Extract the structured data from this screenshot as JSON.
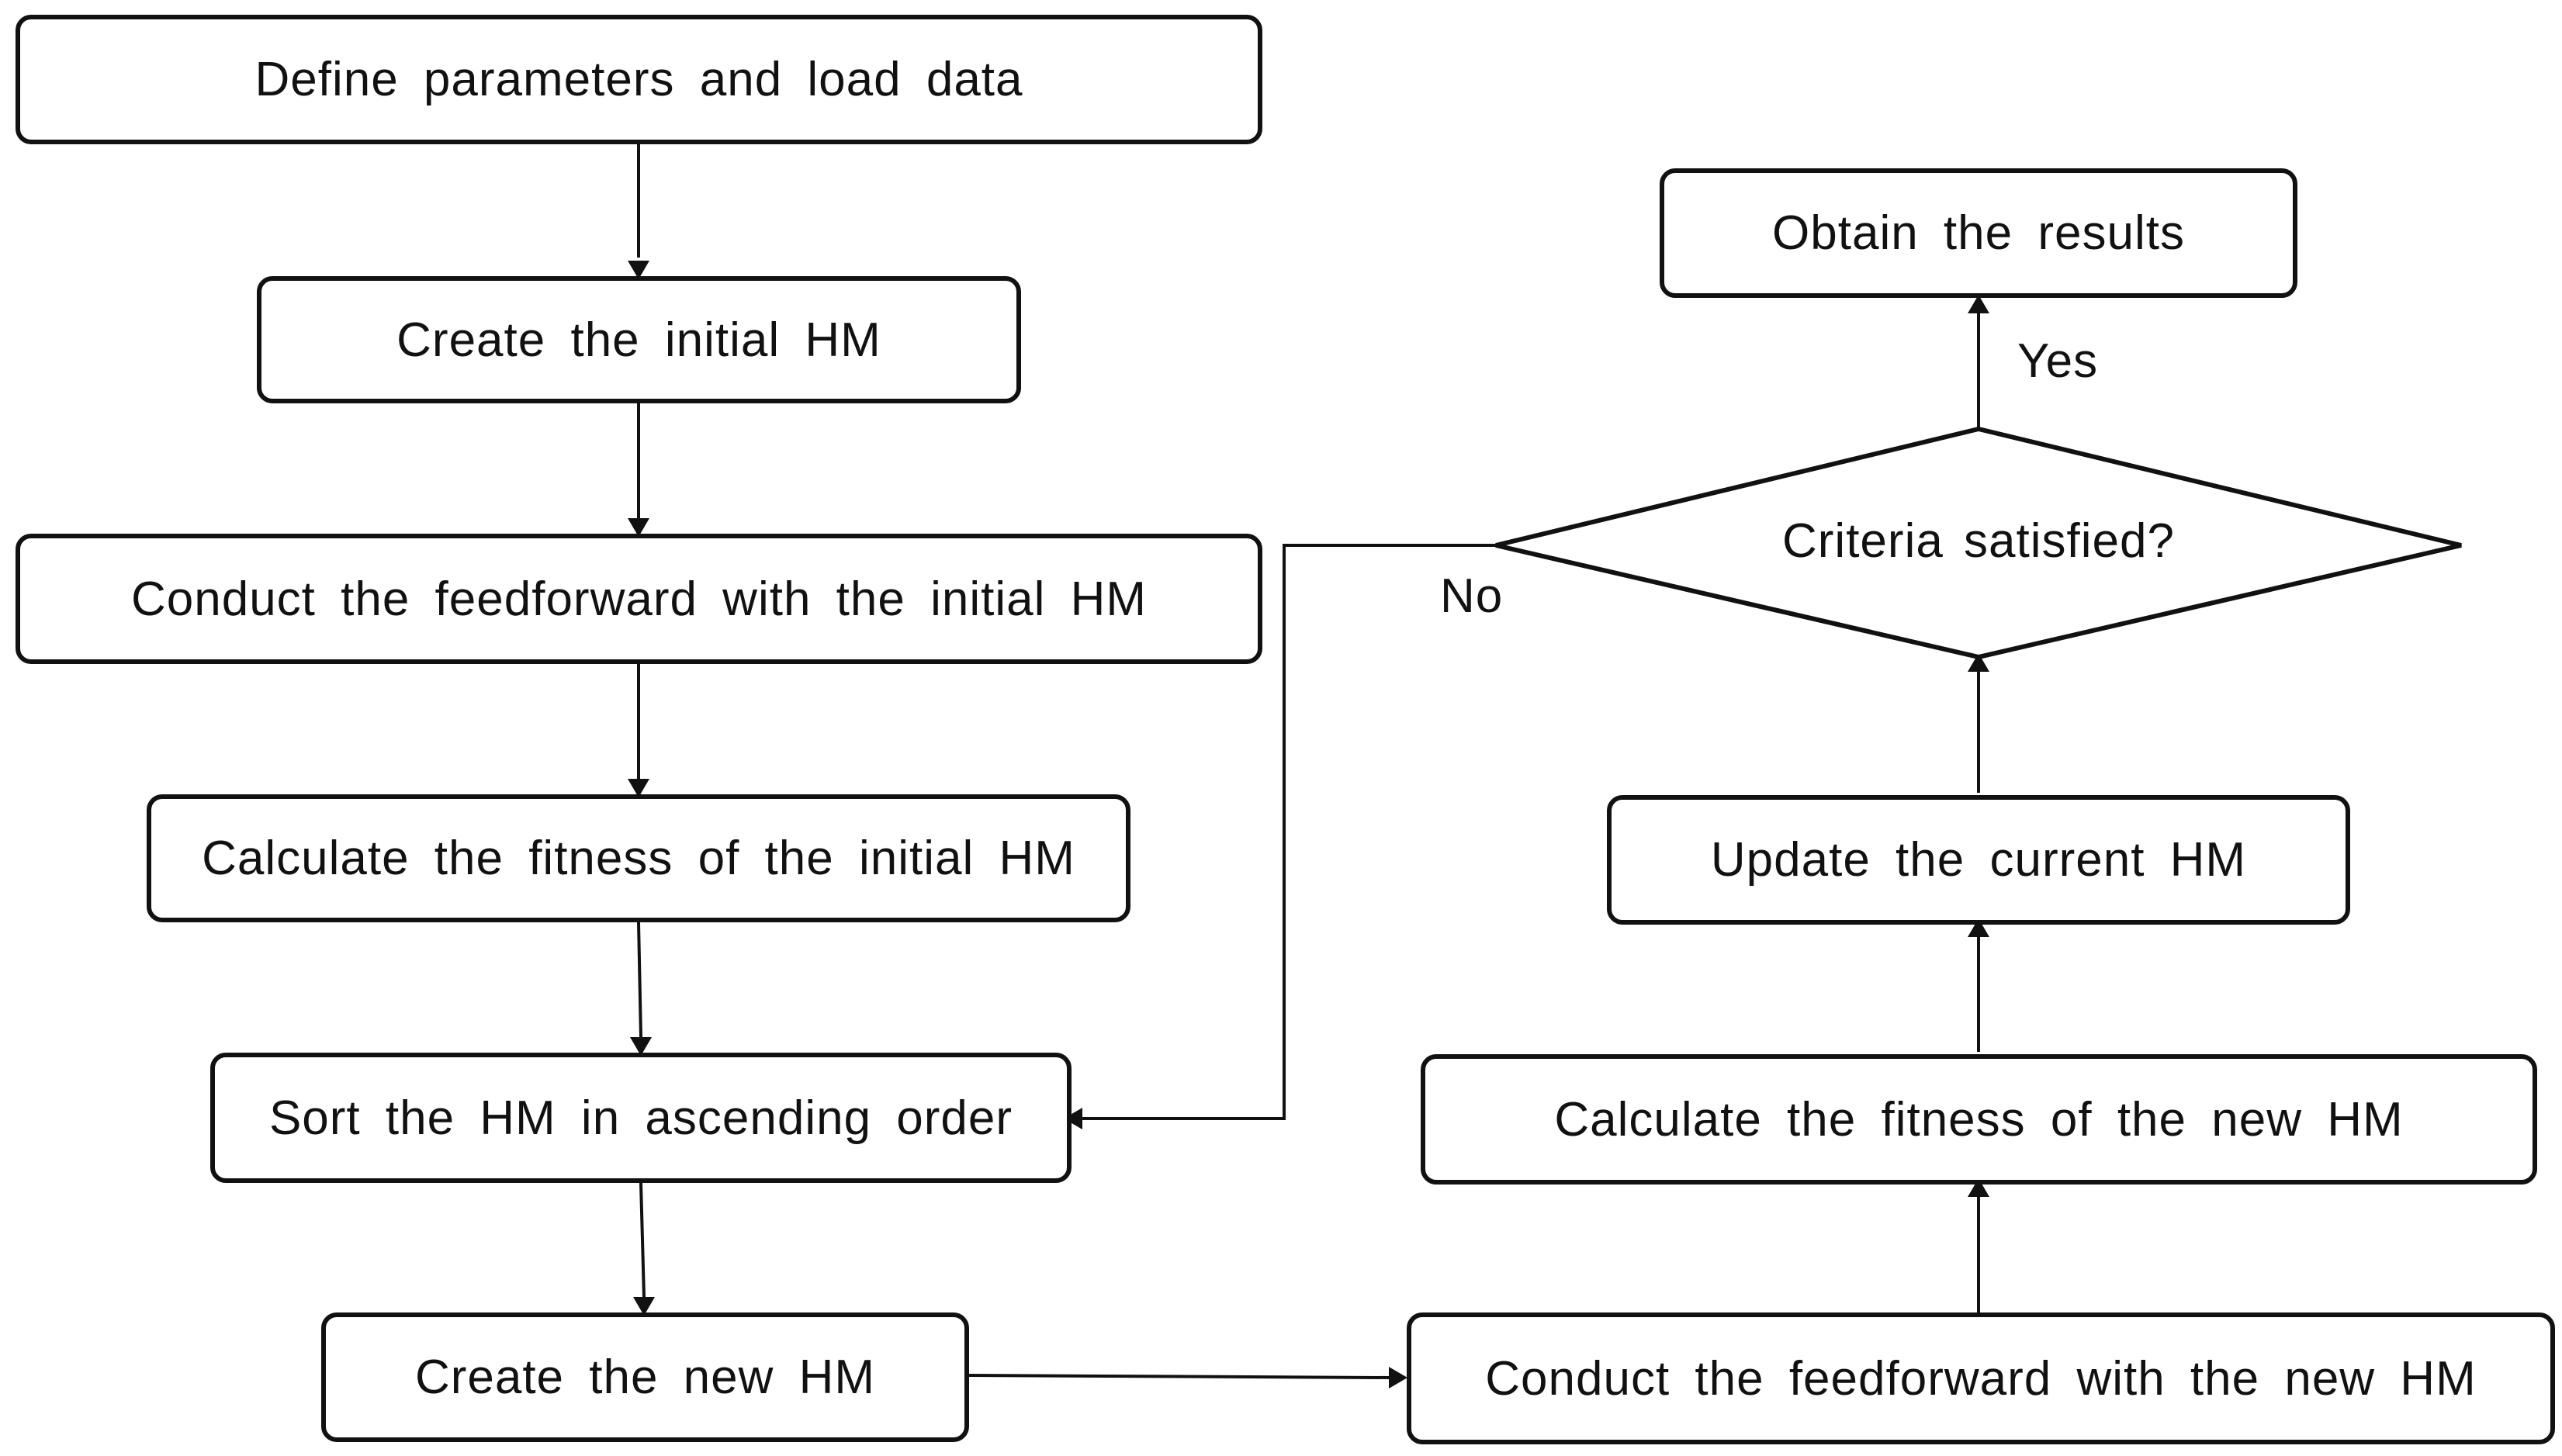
{
  "nodes": {
    "define_params": "Define parameters and load data",
    "create_initial_hm": "Create the initial HM",
    "feedforward_initial": "Conduct the feedforward with the initial HM",
    "fitness_initial": "Calculate the fitness of the initial HM",
    "sort_hm": "Sort the HM in ascending order",
    "create_new_hm": "Create the new HM",
    "feedforward_new": "Conduct the feedforward with the new HM",
    "fitness_new": "Calculate the fitness of the new HM",
    "update_current": "Update the current HM",
    "criteria": "Criteria satisfied?",
    "obtain_results": "Obtain the results"
  },
  "edge_labels": {
    "yes": "Yes",
    "no": "No"
  },
  "colors": {
    "stroke": "#111111",
    "background": "#ffffff"
  }
}
